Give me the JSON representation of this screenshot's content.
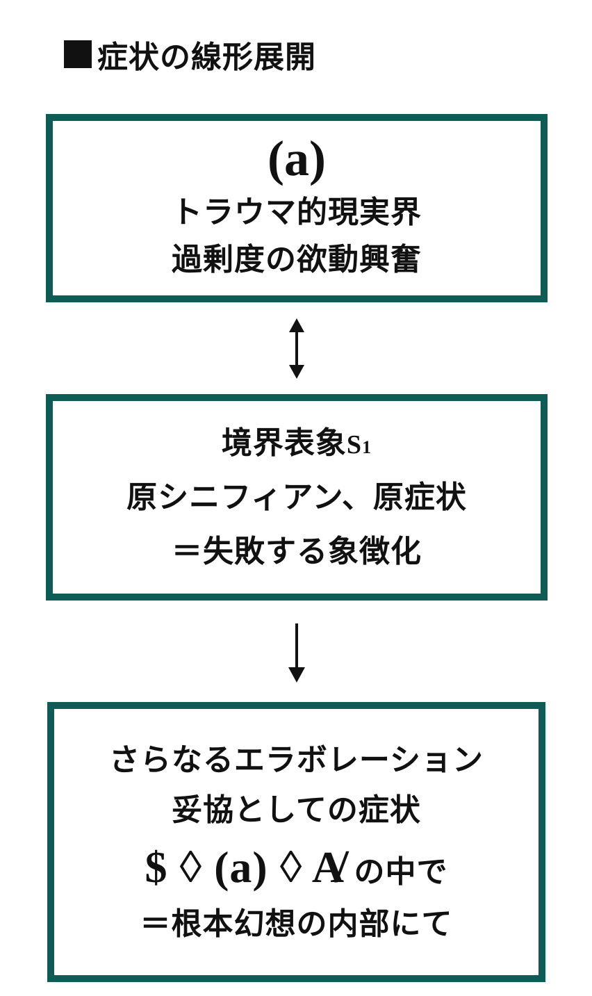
{
  "title": {
    "text": "症状の線形展開"
  },
  "box_a": {
    "symbol": "(a)",
    "line1": "トラウマ的現実界",
    "line2": "過剰度の欲動興奮"
  },
  "box_s1": {
    "line1_main": "境界表象",
    "line1_symbol": "S",
    "line1_subscript": "1",
    "line2": "原シニフィアン、原症状",
    "line3": "＝失敗する象徴化"
  },
  "box_elaboration": {
    "line1": "さらなるエラボレーション",
    "line2": "妥協としての症状",
    "formula": "$ ◊ (a) ◊ A̸",
    "formula_suffix": "の中で",
    "line4": "＝根本幻想の内部にて"
  },
  "colors": {
    "box_border": "#0f5c57",
    "text": "#111111",
    "arrow": "#111111"
  }
}
